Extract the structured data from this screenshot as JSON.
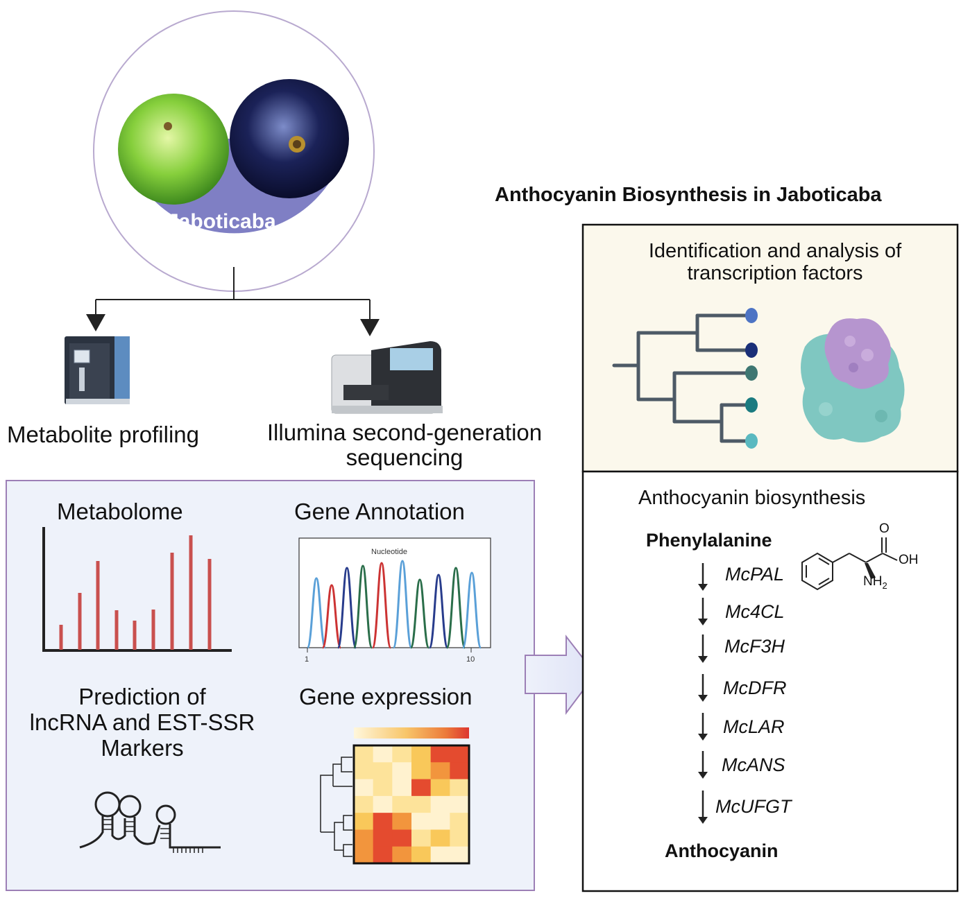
{
  "jaboticaba": {
    "label": "Jaboticaba"
  },
  "left_branches": {
    "metabolite": "Metabolite profiling",
    "sequencing_line1": "Illumina second-generation",
    "sequencing_line2": "sequencing"
  },
  "analysis_panel": {
    "metabolome": "Metabolome",
    "gene_annotation": "Gene Annotation",
    "chromatogram_title": "Nucleotide",
    "chromatogram_tick_start": "1",
    "chromatogram_tick_end": "10",
    "prediction_line1": "Prediction of",
    "prediction_line2": "lncRNA and EST-SSR",
    "prediction_line3": "Markers",
    "gene_expression": "Gene expression"
  },
  "right_panel": {
    "title": "Anthocyanin Biosynthesis in Jaboticaba",
    "tf_line1": "Identification and analysis of",
    "tf_line2": "transcription factors",
    "pathway_title": "Anthocyanin biosynthesis",
    "start": "Phenylalanine",
    "genes": [
      "McPAL",
      "Mc4CL",
      "McF3H",
      "McDFR",
      "McLAR",
      "McANS",
      "McUFGT"
    ],
    "end": "Anthocyanin",
    "molecule": {
      "oxygen": "O",
      "hydroxyl": "OH",
      "amine": "NH",
      "amine_sub": "2"
    }
  },
  "colors": {
    "circle_fill": "#7f7fc4",
    "panel_bg": "#eef2fa",
    "panel_border": "#9c7fb6",
    "tf_bg": "#fbf8ec",
    "bar_red": "#c9504e",
    "tree_gray": "#4d5a66"
  }
}
